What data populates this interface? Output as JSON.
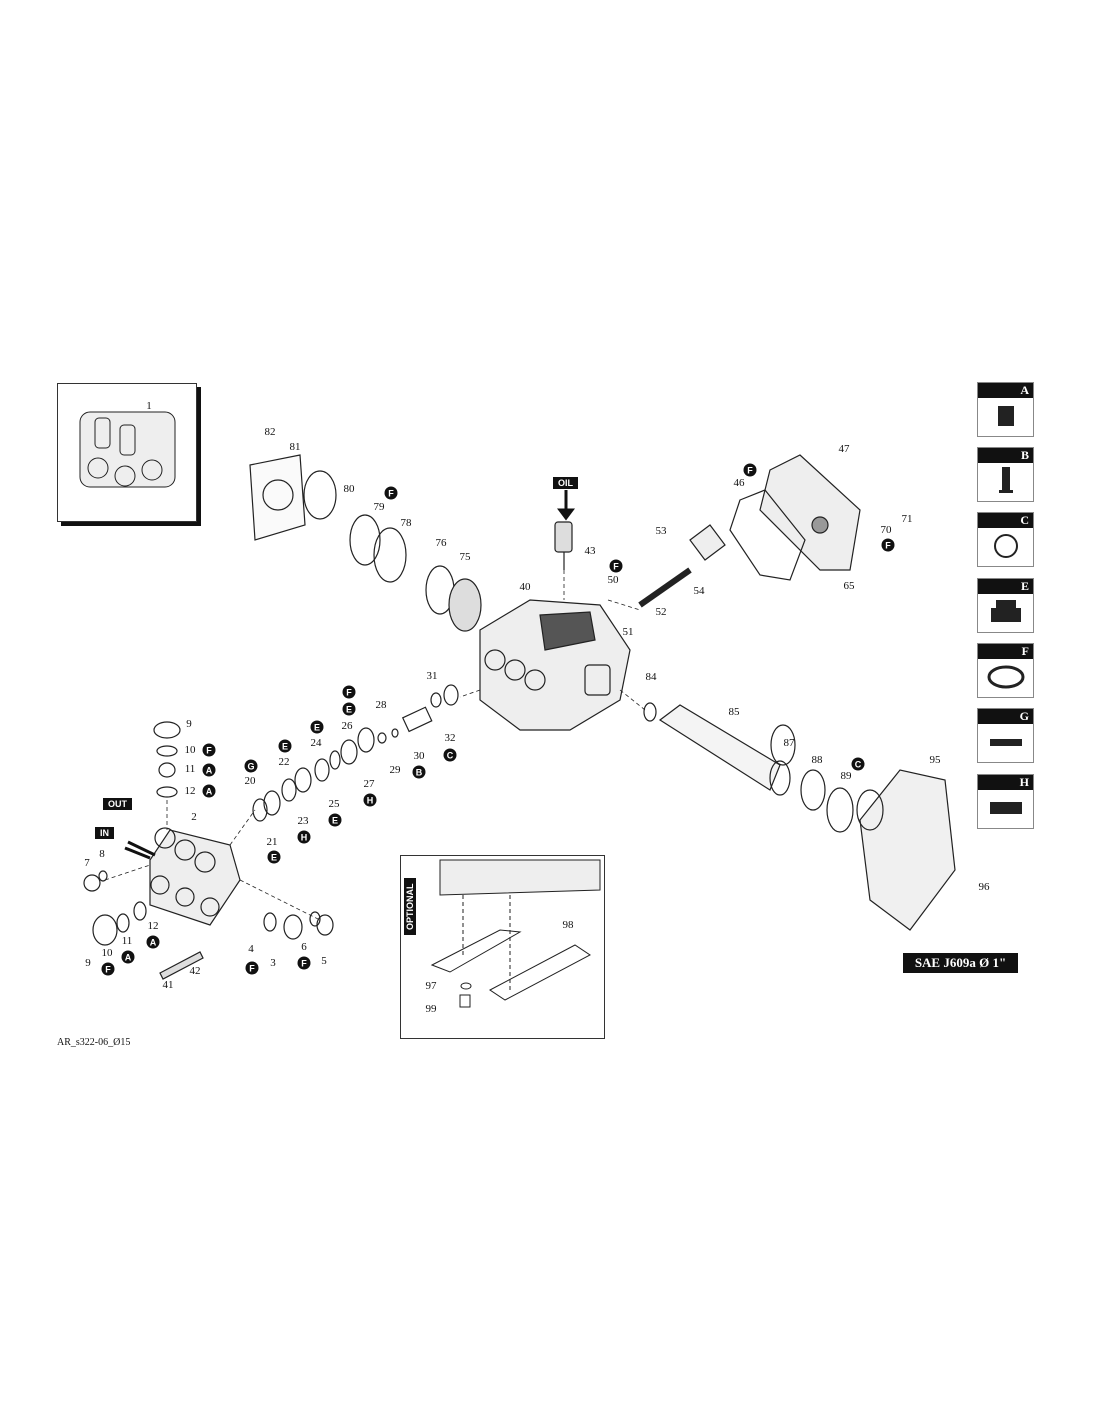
{
  "labels": {
    "p1": "1",
    "p82": "82",
    "p81": "81",
    "p80": "80",
    "p79": "79",
    "p78": "78",
    "p76": "76",
    "p75": "75",
    "p43": "43",
    "p40": "40",
    "p53": "53",
    "p50": "50",
    "p51": "51",
    "p52": "52",
    "p54": "54",
    "p46": "46",
    "p47": "47",
    "p65": "65",
    "p70": "70",
    "p71": "71",
    "p31": "31",
    "p28": "28",
    "p26": "26",
    "p24": "24",
    "p22": "22",
    "p20": "20",
    "p21": "21",
    "p23": "23",
    "p25": "25",
    "p27": "27",
    "p29": "29",
    "p30": "30",
    "p32": "32",
    "p84": "84",
    "p85": "85",
    "p87": "87",
    "p88": "88",
    "p89": "89",
    "p95": "95",
    "p96": "96",
    "p9": "9",
    "p10": "10",
    "p11": "11",
    "p12": "12",
    "p2": "2",
    "p7": "7",
    "p8": "8",
    "p9b": "9",
    "p10b": "10",
    "p11b": "11",
    "p12b": "12",
    "p41": "41",
    "p42": "42",
    "p4": "4",
    "p3": "3",
    "p6": "6",
    "p5": "5",
    "p98": "98",
    "p97": "97",
    "p99": "99"
  },
  "badges": [
    "F",
    "F",
    "F",
    "F",
    "F",
    "E",
    "E",
    "E",
    "G",
    "E",
    "H",
    "E",
    "H",
    "B",
    "C",
    "C",
    "F",
    "A",
    "A",
    "F",
    "A",
    "A",
    "F",
    "F"
  ],
  "tags": {
    "oil": "OIL",
    "out": "OUT",
    "in": "IN",
    "optional": "OPTIONAL"
  },
  "legend": [
    "A",
    "B",
    "C",
    "E",
    "F",
    "G",
    "H"
  ],
  "sae": "SAE J609a Ø 1\"",
  "code": "AR_s322-06_Ø15"
}
